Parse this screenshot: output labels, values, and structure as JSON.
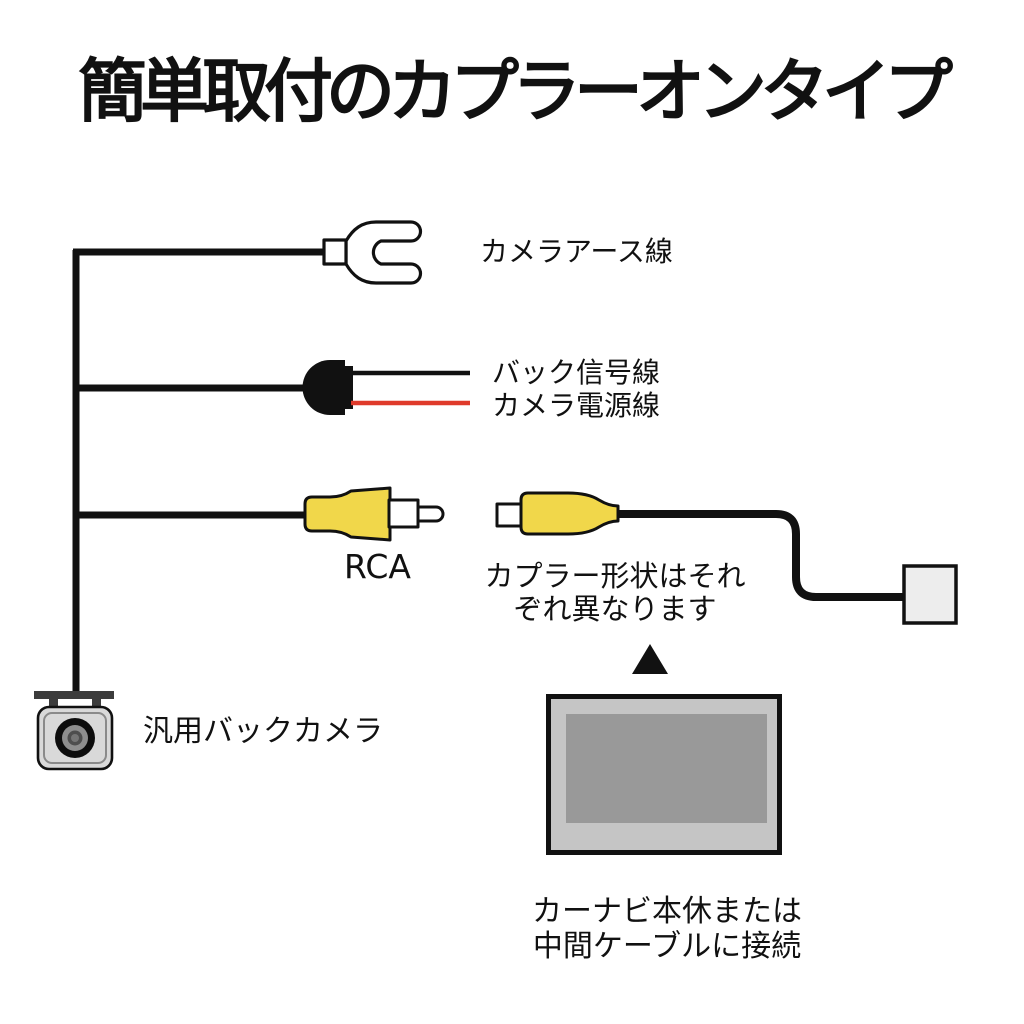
{
  "title": "簡単取付のカプラーオンタイプ",
  "labels": {
    "ground_wire": "カメラアース線",
    "back_signal_wire": "バック信号線",
    "camera_power_wire": "カメラ電源線",
    "rca": "RCA",
    "coupler_note_line1": "カプラー形状はそれ",
    "coupler_note_line2": "ぞれ異なります",
    "camera": "汎用バックカメラ",
    "navi_note_line1": "カーナビ本休または",
    "navi_note_line2": "中間ケーブルに接続"
  },
  "icons": {
    "ground_terminal": "fork-terminal",
    "power_connector": "d-shape-connector",
    "video_plug": "rca-plug",
    "video_jack": "rca-jack",
    "navi_coupler": "square-box",
    "pointer": "up-triangle",
    "display": "navi-monitor",
    "camera": "backup-camera"
  },
  "colors": {
    "ink": "#111111",
    "wire_red": "#DF3A2B",
    "rca_yellow": "#F1D74A",
    "camera_body": "#D9D9D9",
    "camera_bracket": "#3C3C3C",
    "monitor_bezel": "#C5C5C5",
    "monitor_screen": "#999999",
    "coupler_box": "#EDEDED"
  }
}
